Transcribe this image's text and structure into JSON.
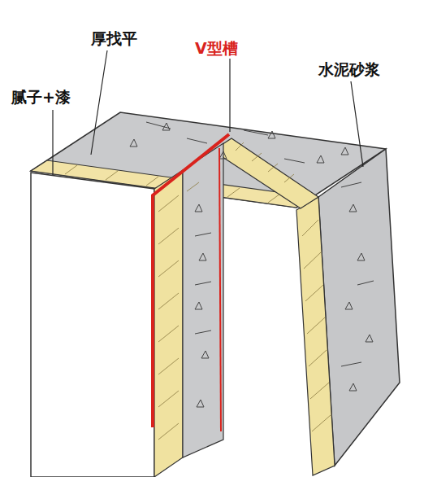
{
  "diagram": {
    "labels": [
      "厚找平",
      "V型槽",
      "水泥砂浆",
      "腻子+漆"
    ]
  }
}
